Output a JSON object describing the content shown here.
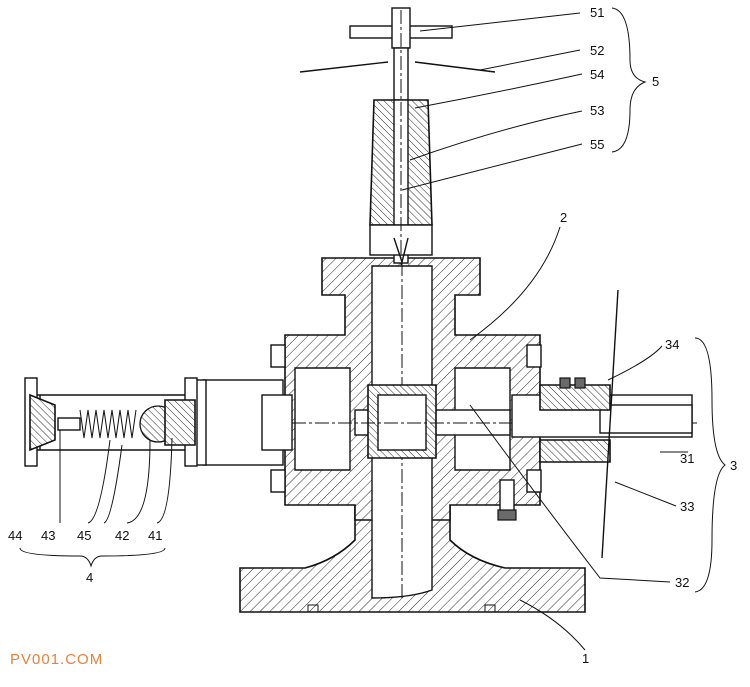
{
  "labels": {
    "l51": "51",
    "l52": "52",
    "l54": "54",
    "l53": "53",
    "l55": "55",
    "l5": "5",
    "l2": "2",
    "l34": "34",
    "l31": "31",
    "l3": "3",
    "l33": "33",
    "l32": "32",
    "l1": "1",
    "l44": "44",
    "l43": "43",
    "l45": "45",
    "l42": "42",
    "l41": "41",
    "l4": "4"
  },
  "watermark": "PV001.COM",
  "colors": {
    "line": "#111111",
    "hatch": "#111111",
    "watermark": "#e8813a"
  }
}
